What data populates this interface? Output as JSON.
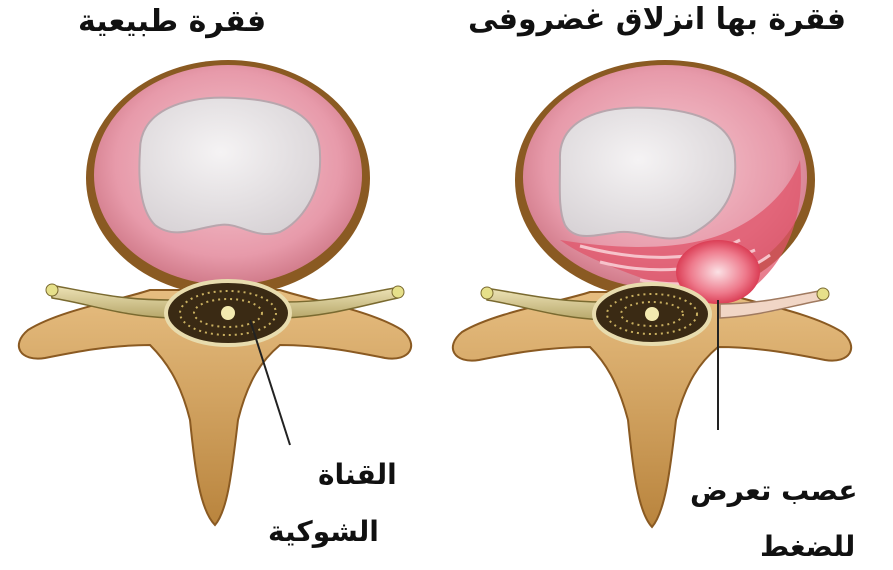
{
  "titles": {
    "normal": "فقرة طبيعية",
    "herniated": "فقرة بها انزلاق غضروفى"
  },
  "labels": {
    "spinal_canal_line1": "القناة",
    "spinal_canal_line2": "الشوكية",
    "nerve_line1": "عصب تعرض",
    "nerve_line2": "للضغط"
  },
  "colors": {
    "disc_outer": "#e79aaa",
    "disc_nucleus": "#ece9ea",
    "bone": "#d9a968",
    "herniation": "#e8384f"
  }
}
